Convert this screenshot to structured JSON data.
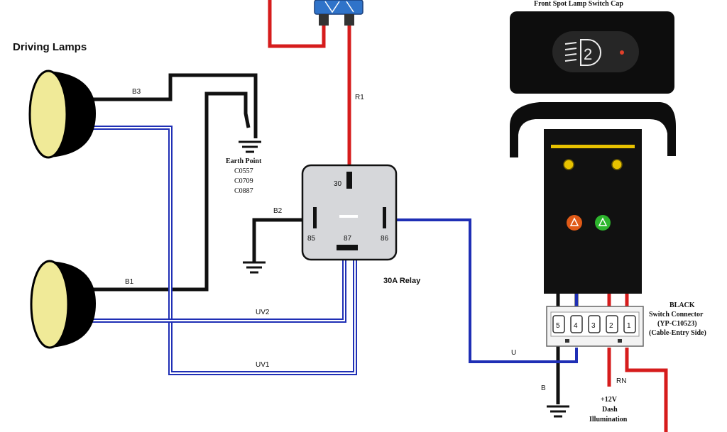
{
  "title": "Driving Lamps",
  "switch_cap_label": "Front Spot Lamp Switch Cap",
  "switch_cap_number": "2",
  "relay": {
    "name": "30A Relay",
    "pins": {
      "p30": "30",
      "p85": "85",
      "p87": "87",
      "p86": "86"
    }
  },
  "earth_point": {
    "label": "Earth Point",
    "codes": [
      "C0557",
      "C0709",
      "C0887"
    ]
  },
  "wires": {
    "b1": "B1",
    "b2": "B2",
    "b3": "B3",
    "r1": "R1",
    "uv1": "UV1",
    "uv2": "UV2",
    "u": "U",
    "b": "B",
    "rn": "RN"
  },
  "connector": {
    "lines": [
      "BLACK",
      "Switch Connector",
      "(YP-C10523)",
      "(Cable-Entry Side)"
    ],
    "pins": [
      "5",
      "4",
      "3",
      "2",
      "1"
    ]
  },
  "dash": {
    "lines": [
      "+12V",
      "Dash",
      "Illumination"
    ]
  },
  "colors": {
    "blue": "#1f2fb5",
    "red": "#d61c1c",
    "black": "#111111",
    "lamp_face": "#f0ea98"
  }
}
